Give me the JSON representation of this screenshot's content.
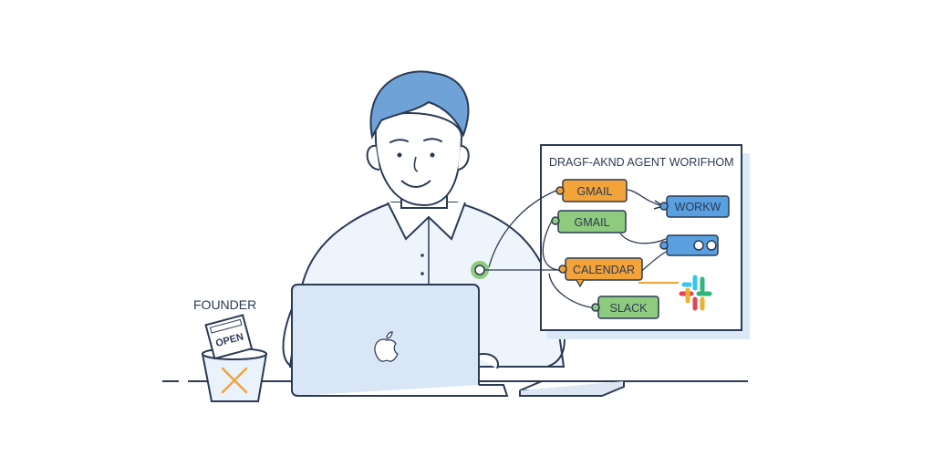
{
  "founder_label": "FOUNDER",
  "open_sign": "OPEN",
  "panel": {
    "title": "DRAGF-AKND AGENT WORIFHOM"
  },
  "nodes": {
    "gmail_1": "GMAIL",
    "gmail_2": "GMAIL",
    "workw": "WORKW",
    "calendar": "CALENDAR",
    "slack": "SLACK"
  },
  "colors": {
    "outline": "#2b3a55",
    "hair": "#6fa3d8",
    "skin": "#ffffff",
    "shirt": "#eef4fb",
    "laptop": "#d9e6f5",
    "panel_shadow": "#dbe8f6",
    "orange": "#f2a33a",
    "green": "#8fcb7e",
    "blue": "#5aa0e0",
    "bin_x": "#f2a33a",
    "slack_red": "#e0445a",
    "slack_blue": "#36c5f0",
    "slack_green": "#2eb67d",
    "slack_yellow": "#ecb22e"
  }
}
